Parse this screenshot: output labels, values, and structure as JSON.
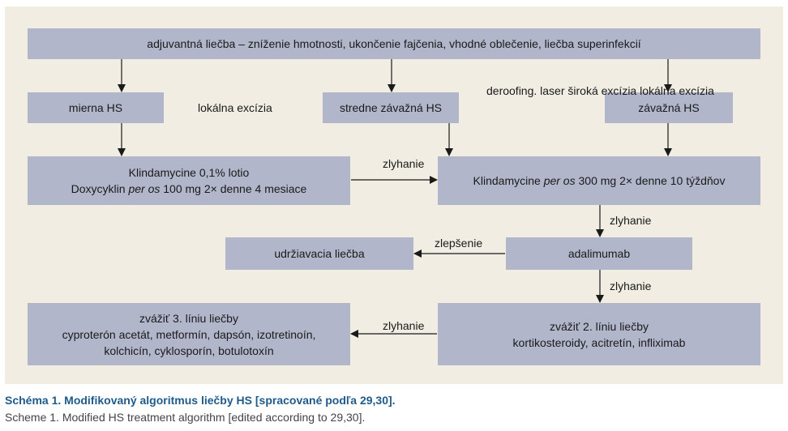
{
  "diagram": {
    "boxes": {
      "top": "adjuvantná liečba – zníženie hmotnosti, ukončenie fajčenia, vhodné oblečenie, liečba superinfekcií",
      "mild": "mierna HS",
      "moderate": "stredne závažná HS",
      "severe": "závažná HS",
      "clinda_topical": {
        "line1": "Klindamycine 0,1% lotio",
        "line2_pre": "Doxycyklin ",
        "line2_italic": "per os",
        "line2_post": " 100 mg 2× denne 4 mesiace"
      },
      "clinda_oral": {
        "pre": "Klindamycine ",
        "italic": "per os",
        "post": " 300 mg 2× denne 10 týždňov"
      },
      "maintenance": "udržiavacia liečba",
      "adalimumab": "adalimumab",
      "third_line": {
        "line1": "zvážiť 3. líniu liečby",
        "line2": "cyproterón acetát, metformín, dapsón, izotretinoín,",
        "line3": "kolchicín, cyklosporín, botulotoxín"
      },
      "second_line": {
        "line1": "zvážiť 2. líniu liečby",
        "line2": "kortikosteroidy, acitretín, infliximab"
      }
    },
    "labels": {
      "local_excision": "lokálna excízia",
      "surgery": [
        "deroofing. laser",
        "široká excízia",
        "lokálna excízia"
      ],
      "failure": "zlyhanie",
      "improvement": "zlepšenie"
    }
  },
  "caption": {
    "sk": "Schéma 1. Modifikovaný algoritmus liečby HS [spracované podľa 29,30].",
    "en": "Scheme 1. Modified HS treatment algorithm [edited according to 29,30]."
  },
  "colors": {
    "panel": "#f1ede2",
    "box": "#b2b6cb",
    "caption": "#1f5a8a"
  }
}
